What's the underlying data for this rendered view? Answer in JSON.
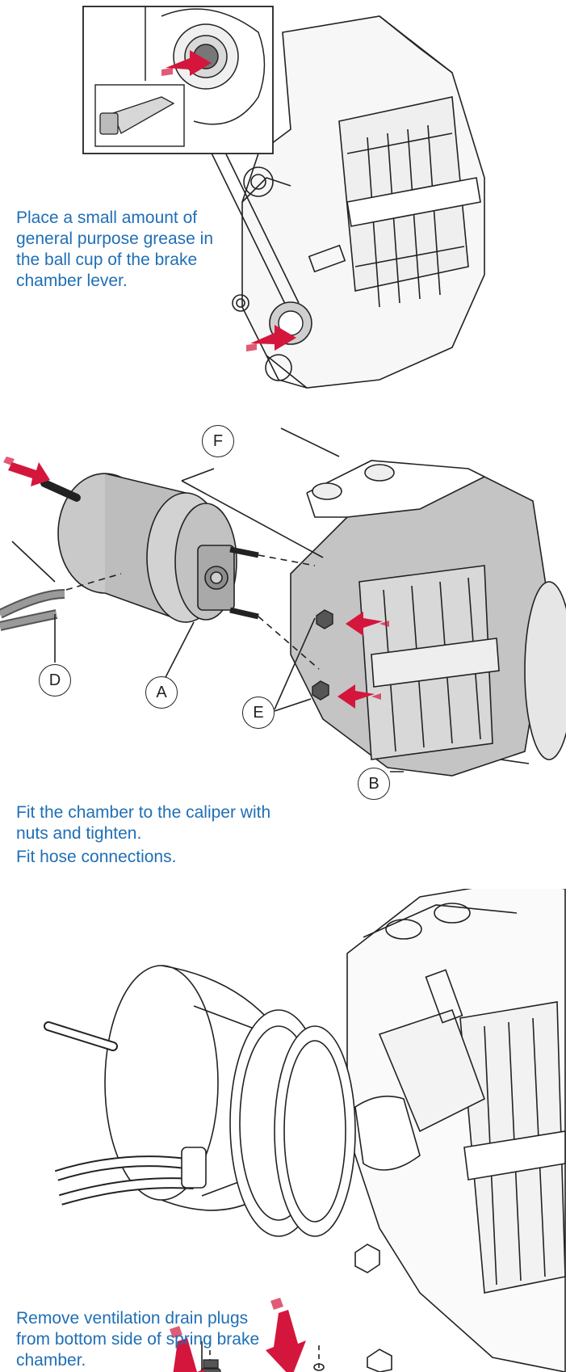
{
  "steps": [
    {
      "caption": "Place a small amount of general purpose grease in the ball cup of the brake chamber lever.",
      "illustration": "grease-ball-cup-illustration"
    },
    {
      "caption_lines": [
        "Fit the chamber to the caliper with nuts and tighten.",
        "Fit hose connections."
      ],
      "illustration": "fit-chamber-illustration",
      "callouts": {
        "a": "A",
        "b": "B",
        "d": "D",
        "e": "E",
        "f": "F"
      }
    },
    {
      "caption": "Remove ventilation drain plugs from bottom side of spring brake chamber.",
      "illustration": "drain-plug-illustration"
    }
  ],
  "colors": {
    "caption": "#1f6fb5",
    "arrow": "#d4163c",
    "line": "#222222",
    "shade": "#bdbdbd"
  },
  "icons": [
    "grease-tube-icon",
    "push-arrow-icon",
    "down-arrow-icon",
    "drain-plug-icon",
    "nut-icon"
  ]
}
